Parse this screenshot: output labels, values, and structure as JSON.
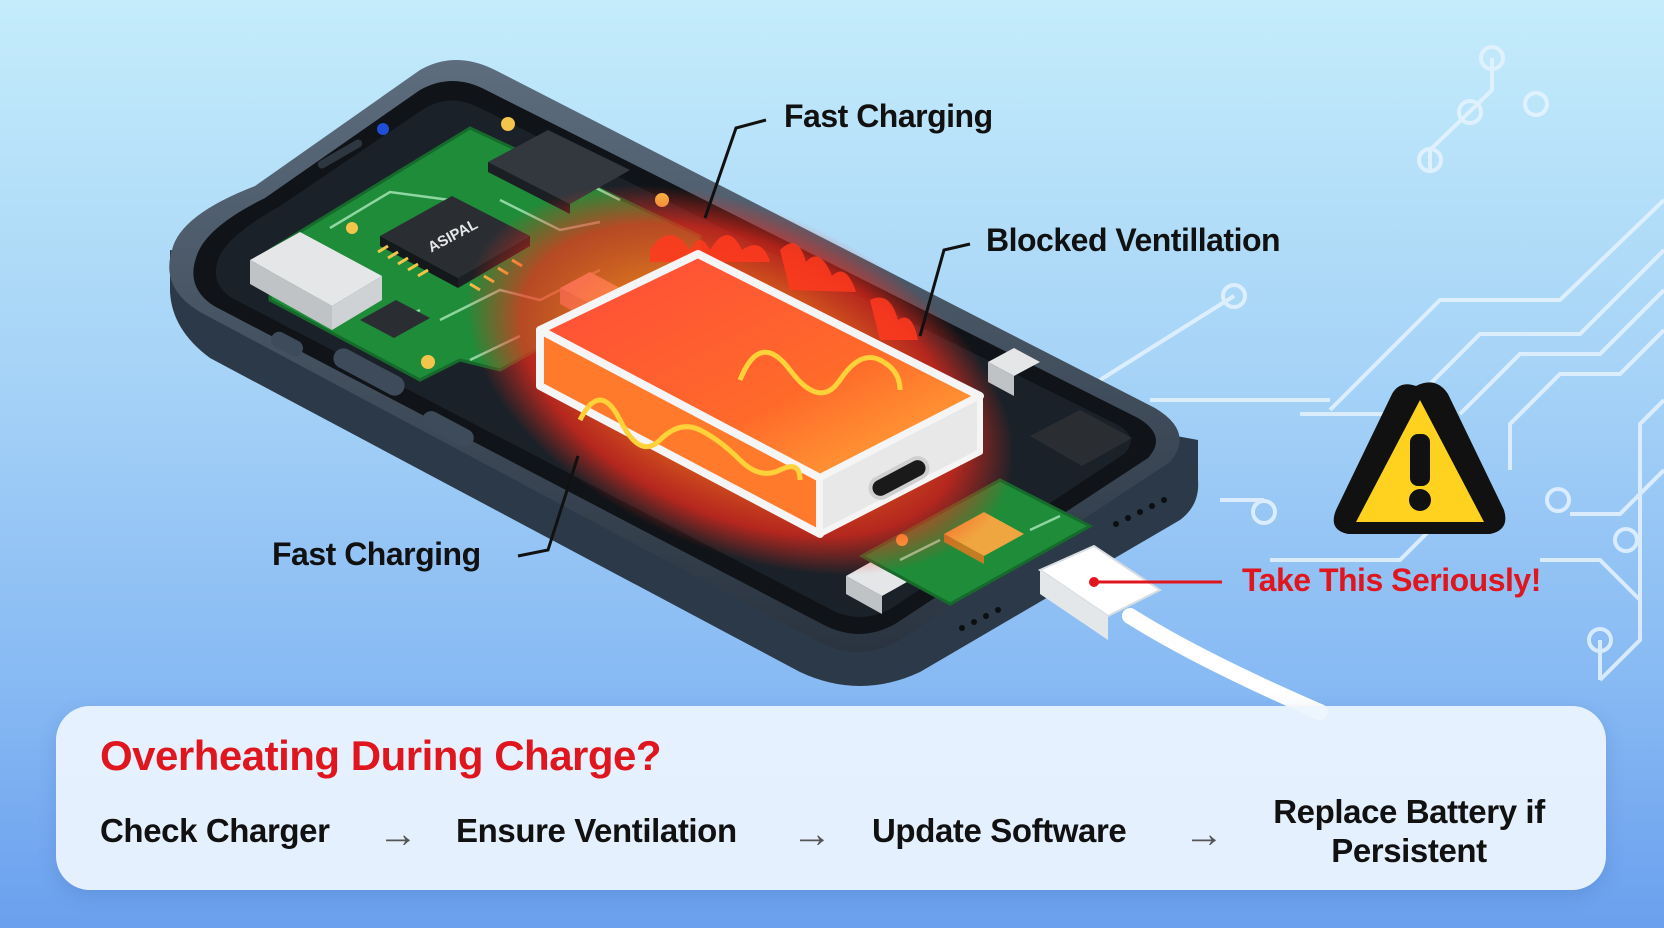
{
  "callouts": {
    "top_fast_charging": "Fast Charging",
    "blocked_ventilation": "Blocked Ventillation",
    "left_fast_charging": "Fast Charging",
    "warning": "Take This Seriously!"
  },
  "chip_label": "ASIPAL",
  "panel": {
    "title": "Overheating During Charge?",
    "steps": [
      "Check Charger",
      "Ensure Ventilation",
      "Update Software",
      "Replace Battery if Persistent"
    ]
  },
  "icons": {
    "warning": "warning-triangle-icon",
    "arrow": "arrow-right-icon"
  },
  "colors": {
    "alert_red": "#e0161e",
    "pcb_green": "#1f8c3a",
    "battery_red": "#f0332b",
    "warning_yellow": "#ffd21f"
  }
}
